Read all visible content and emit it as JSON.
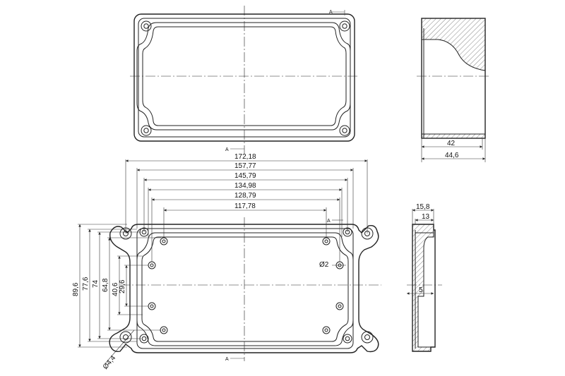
{
  "section_marker": "A",
  "top_view": {
    "section_label_top": "A",
    "section_label_bottom": "A"
  },
  "side_view_top": {
    "dims": [
      "42",
      "44,6"
    ]
  },
  "bottom_view": {
    "section_label_top": "A",
    "section_label_bottom": "A",
    "horizontal_dims": [
      "172,18",
      "157,77",
      "145,79",
      "134,98",
      "128,79",
      "117,78"
    ],
    "vertical_dims": [
      "89,6",
      "77,6",
      "74",
      "64,8",
      "40,6",
      "29,6"
    ],
    "hole_diameter": "Ø2",
    "mount_diameter": "Ø4,4"
  },
  "side_view_bottom": {
    "dims": [
      "15,8",
      "13",
      "5"
    ]
  }
}
